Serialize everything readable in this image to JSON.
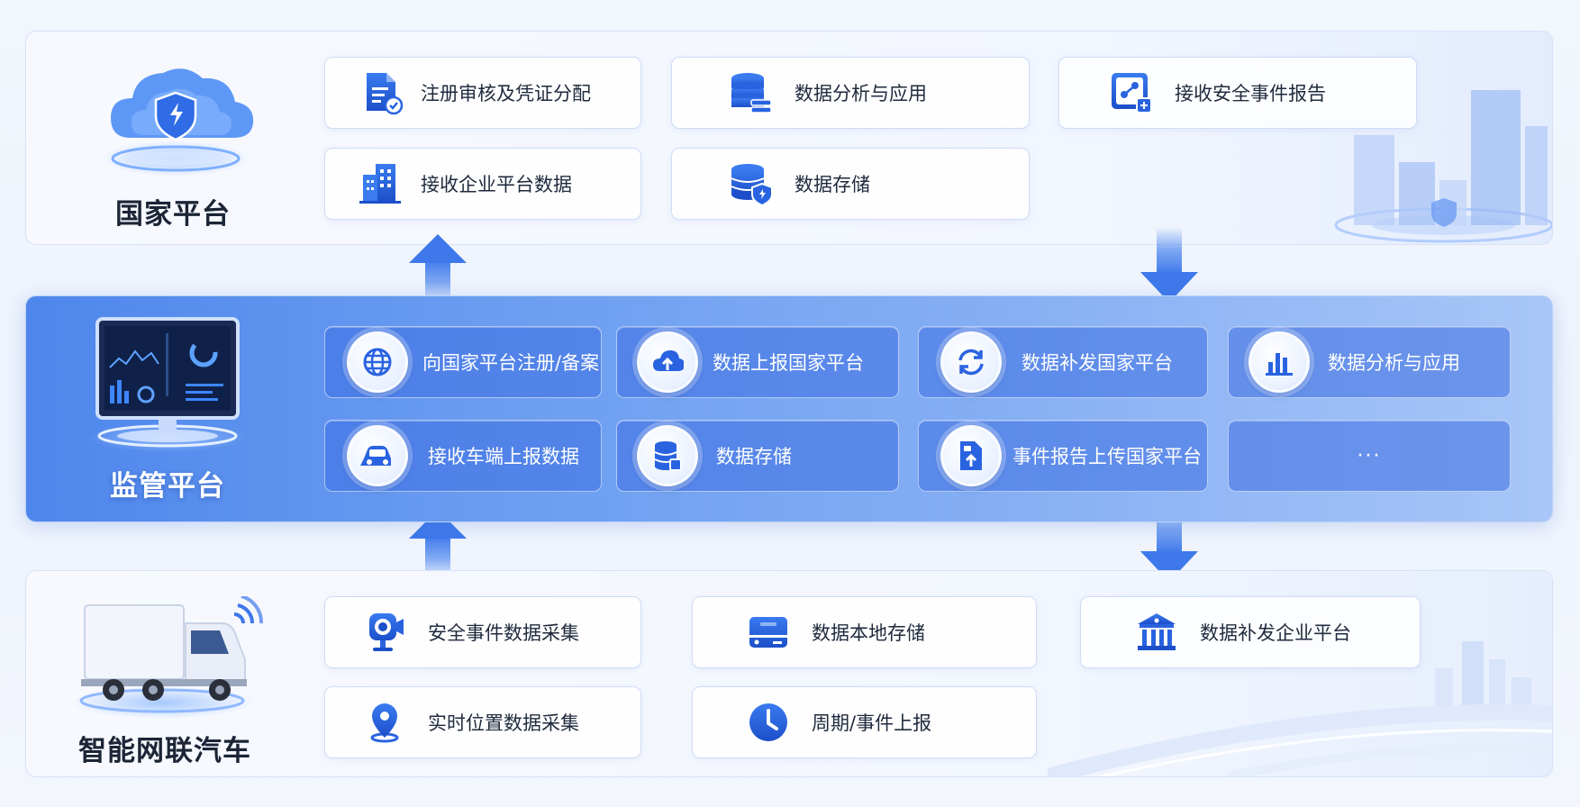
{
  "colors": {
    "primary": "#2a63e0",
    "accent": "#4f86ee",
    "text": "#1f2a3c"
  },
  "national": {
    "label": "国家平台",
    "cards": [
      {
        "text": "注册审核及凭证分配",
        "icon": "document-check-icon"
      },
      {
        "text": "数据分析与应用",
        "icon": "database-server-icon"
      },
      {
        "text": "接收安全事件报告",
        "icon": "security-report-icon"
      },
      {
        "text": "接收企业平台数据",
        "icon": "building-icon"
      },
      {
        "text": "数据存储",
        "icon": "database-shield-icon"
      }
    ]
  },
  "supervision": {
    "label": "监管平台",
    "cards": [
      {
        "text": "向国家平台注册/备案",
        "icon": "globe-icon"
      },
      {
        "text": "数据上报国家平台",
        "icon": "cloud-upload-icon"
      },
      {
        "text": "数据补发国家平台",
        "icon": "refresh-icon"
      },
      {
        "text": "数据分析与应用",
        "icon": "bar-chart-icon"
      },
      {
        "text": "接收车端上报数据",
        "icon": "car-icon"
      },
      {
        "text": "数据存储",
        "icon": "database-icon"
      },
      {
        "text": "事件报告上传国家平台",
        "icon": "file-upload-icon"
      },
      {
        "text": "···",
        "icon": ""
      }
    ]
  },
  "vehicle": {
    "label": "智能网联汽车",
    "cards": [
      {
        "text": "安全事件数据采集",
        "icon": "camera-icon"
      },
      {
        "text": "数据本地存储",
        "icon": "hard-drive-icon"
      },
      {
        "text": "数据补发企业平台",
        "icon": "bank-building-icon"
      },
      {
        "text": "实时位置数据采集",
        "icon": "location-pin-icon"
      },
      {
        "text": "周期/事件上报",
        "icon": "clock-icon"
      }
    ]
  }
}
